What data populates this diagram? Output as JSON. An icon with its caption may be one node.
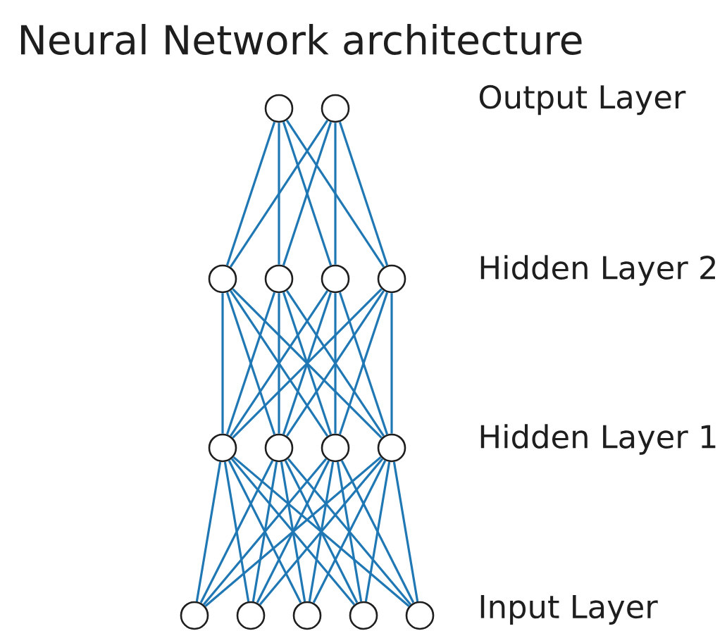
{
  "diagram": {
    "title": "Neural Network architecture",
    "nodes": [
      {
        "text": [],
        "shape": "circle"
      },
      {
        "text": [],
        "shape": "circle"
      },
      {
        "text": [],
        "shape": "circle"
      },
      {
        "text": [],
        "shape": "circle"
      },
      {
        "text": [],
        "shape": "circle"
      },
      {
        "text": [],
        "shape": "circle"
      },
      {
        "text": [],
        "shape": "circle"
      },
      {
        "text": [],
        "shape": "circle"
      },
      {
        "text": [],
        "shape": "circle"
      },
      {
        "text": [],
        "shape": "circle"
      },
      {
        "text": [],
        "shape": "circle"
      },
      {
        "text": [],
        "shape": "circle"
      },
      {
        "text": [],
        "shape": "circle"
      },
      {
        "text": [],
        "shape": "circle"
      },
      {
        "text": [],
        "shape": "circle"
      }
    ],
    "edges": [
      {
        "from": 10,
        "to": 6,
        "arrow": "none"
      },
      {
        "from": 10,
        "to": 7,
        "arrow": "none"
      },
      {
        "from": 10,
        "to": 8,
        "arrow": "none"
      },
      {
        "from": 10,
        "to": 9,
        "arrow": "none"
      },
      {
        "from": 11,
        "to": 6,
        "arrow": "none"
      },
      {
        "from": 11,
        "to": 7,
        "arrow": "none"
      },
      {
        "from": 11,
        "to": 8,
        "arrow": "none"
      },
      {
        "from": 11,
        "to": 9,
        "arrow": "none"
      },
      {
        "from": 12,
        "to": 6,
        "arrow": "none"
      },
      {
        "from": 12,
        "to": 7,
        "arrow": "none"
      },
      {
        "from": 12,
        "to": 8,
        "arrow": "none"
      },
      {
        "from": 12,
        "to": 9,
        "arrow": "none"
      },
      {
        "from": 13,
        "to": 6,
        "arrow": "none"
      },
      {
        "from": 13,
        "to": 7,
        "arrow": "none"
      },
      {
        "from": 13,
        "to": 8,
        "arrow": "none"
      },
      {
        "from": 13,
        "to": 9,
        "arrow": "none"
      },
      {
        "from": 14,
        "to": 6,
        "arrow": "none"
      },
      {
        "from": 14,
        "to": 7,
        "arrow": "none"
      },
      {
        "from": 14,
        "to": 8,
        "arrow": "none"
      },
      {
        "from": 14,
        "to": 9,
        "arrow": "none"
      },
      {
        "from": 6,
        "to": 2,
        "arrow": "none"
      },
      {
        "from": 6,
        "to": 3,
        "arrow": "none"
      },
      {
        "from": 6,
        "to": 4,
        "arrow": "none"
      },
      {
        "from": 6,
        "to": 5,
        "arrow": "none"
      },
      {
        "from": 7,
        "to": 2,
        "arrow": "none"
      },
      {
        "from": 7,
        "to": 3,
        "arrow": "none"
      },
      {
        "from": 7,
        "to": 4,
        "arrow": "none"
      },
      {
        "from": 7,
        "to": 5,
        "arrow": "none"
      },
      {
        "from": 8,
        "to": 2,
        "arrow": "none"
      },
      {
        "from": 8,
        "to": 3,
        "arrow": "none"
      },
      {
        "from": 8,
        "to": 4,
        "arrow": "none"
      },
      {
        "from": 8,
        "to": 5,
        "arrow": "none"
      },
      {
        "from": 9,
        "to": 2,
        "arrow": "none"
      },
      {
        "from": 9,
        "to": 3,
        "arrow": "none"
      },
      {
        "from": 9,
        "to": 4,
        "arrow": "none"
      },
      {
        "from": 9,
        "to": 5,
        "arrow": "none"
      },
      {
        "from": 2,
        "to": 0,
        "arrow": "none"
      },
      {
        "from": 2,
        "to": 1,
        "arrow": "none"
      },
      {
        "from": 3,
        "to": 0,
        "arrow": "none"
      },
      {
        "from": 3,
        "to": 1,
        "arrow": "none"
      },
      {
        "from": 4,
        "to": 0,
        "arrow": "none"
      },
      {
        "from": 4,
        "to": 1,
        "arrow": "none"
      },
      {
        "from": 5,
        "to": 0,
        "arrow": "none"
      },
      {
        "from": 5,
        "to": 1,
        "arrow": "none"
      }
    ],
    "labels": [
      "Output Layer",
      "Hidden Layer 2",
      "Hidden Layer 1",
      "Input Layer"
    ]
  }
}
